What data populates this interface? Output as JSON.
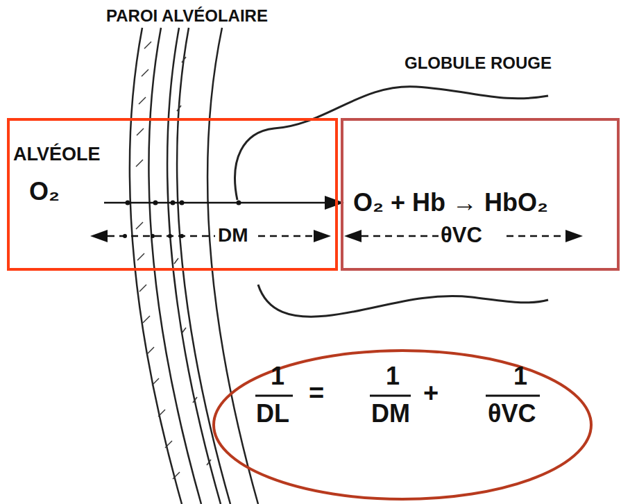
{
  "diagram": {
    "nodes": [
      {
        "text": [
          "ALVÉOLE",
          "O₂",
          "DM"
        ]
      },
      {
        "text": [
          "O₂ + Hb → HbO₂",
          "θVC"
        ]
      },
      {
        "text": [
          "1",
          "DL",
          "=",
          "1",
          "DM",
          "+",
          "1",
          "θVC"
        ]
      }
    ],
    "labels": [
      "PAROI ALVÉOLAIRE",
      "GLOBULE ROUGE"
    ]
  }
}
